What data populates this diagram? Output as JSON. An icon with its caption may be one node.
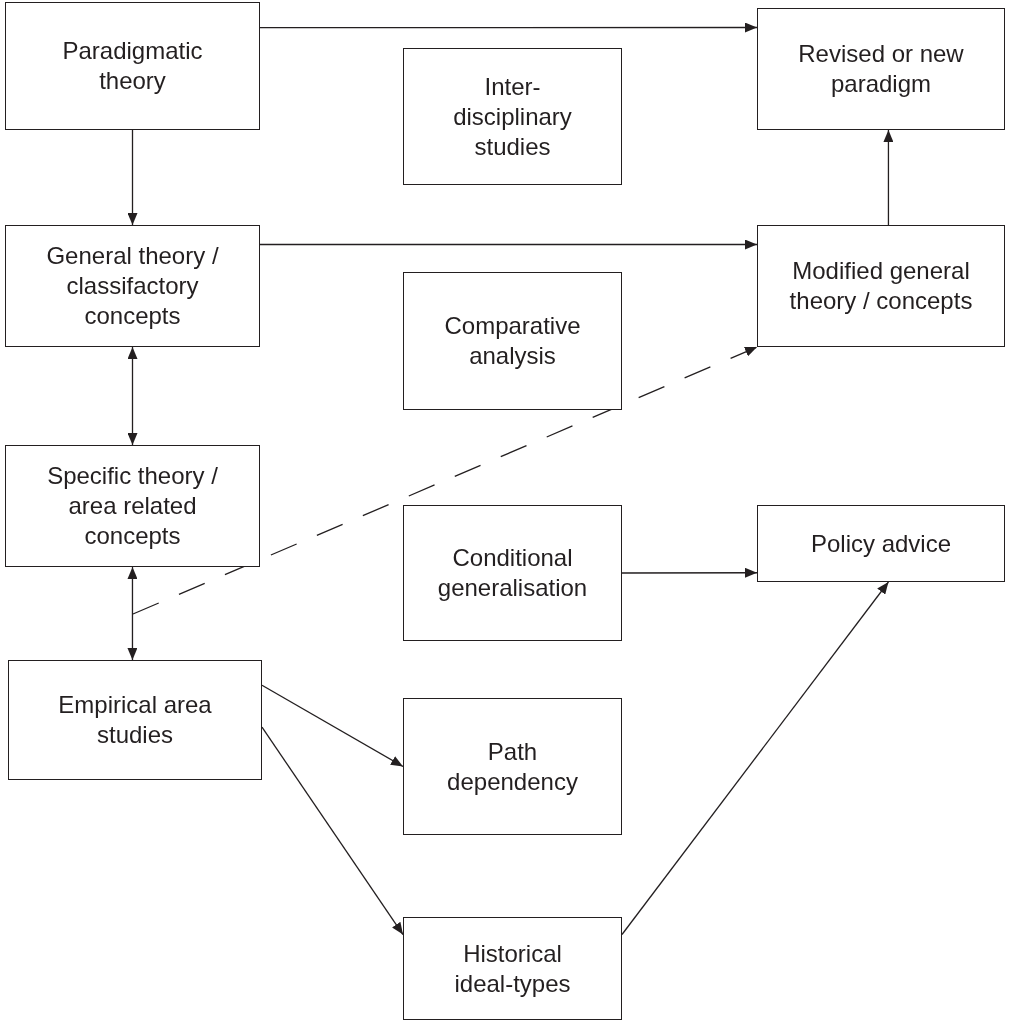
{
  "diagram": {
    "nodes": [
      {
        "text": [
          "Paradigmatic theory"
        ]
      },
      {
        "text": [
          "Inter-disciplinary studies"
        ]
      },
      {
        "text": [
          "Revised or new paradigm"
        ]
      },
      {
        "text": [
          "General theory / classifactory concepts"
        ]
      },
      {
        "text": [
          "Comparative analysis"
        ]
      },
      {
        "text": [
          "Modified general theory / concepts"
        ]
      },
      {
        "text": [
          "Specific theory / area related concepts"
        ]
      },
      {
        "text": [
          "Conditional generalisation"
        ]
      },
      {
        "text": [
          "Policy advice"
        ]
      },
      {
        "text": [
          "Empirical area studies"
        ]
      },
      {
        "text": [
          "Path dependency"
        ]
      },
      {
        "text": [
          "Historical ideal-types"
        ]
      }
    ],
    "edges": [
      {
        "from": 0,
        "to": 2,
        "arrow": "to"
      },
      {
        "from": 0,
        "to": 3,
        "arrow": "to"
      },
      {
        "from": 3,
        "to": 5,
        "arrow": "to"
      },
      {
        "from": 5,
        "to": 2,
        "arrow": "to"
      },
      {
        "from": 3,
        "to": 6,
        "arrow": "both"
      },
      {
        "from": 6,
        "to": 9,
        "arrow": "both"
      },
      {
        "from": null,
        "to": 5,
        "arrow": "to",
        "style": "dashed"
      },
      {
        "from": 7,
        "to": 8,
        "arrow": "to"
      },
      {
        "from": 9,
        "to": 10,
        "arrow": "to"
      },
      {
        "from": 9,
        "to": 11,
        "arrow": "to"
      },
      {
        "from": 11,
        "to": 8,
        "arrow": "to"
      }
    ]
  }
}
